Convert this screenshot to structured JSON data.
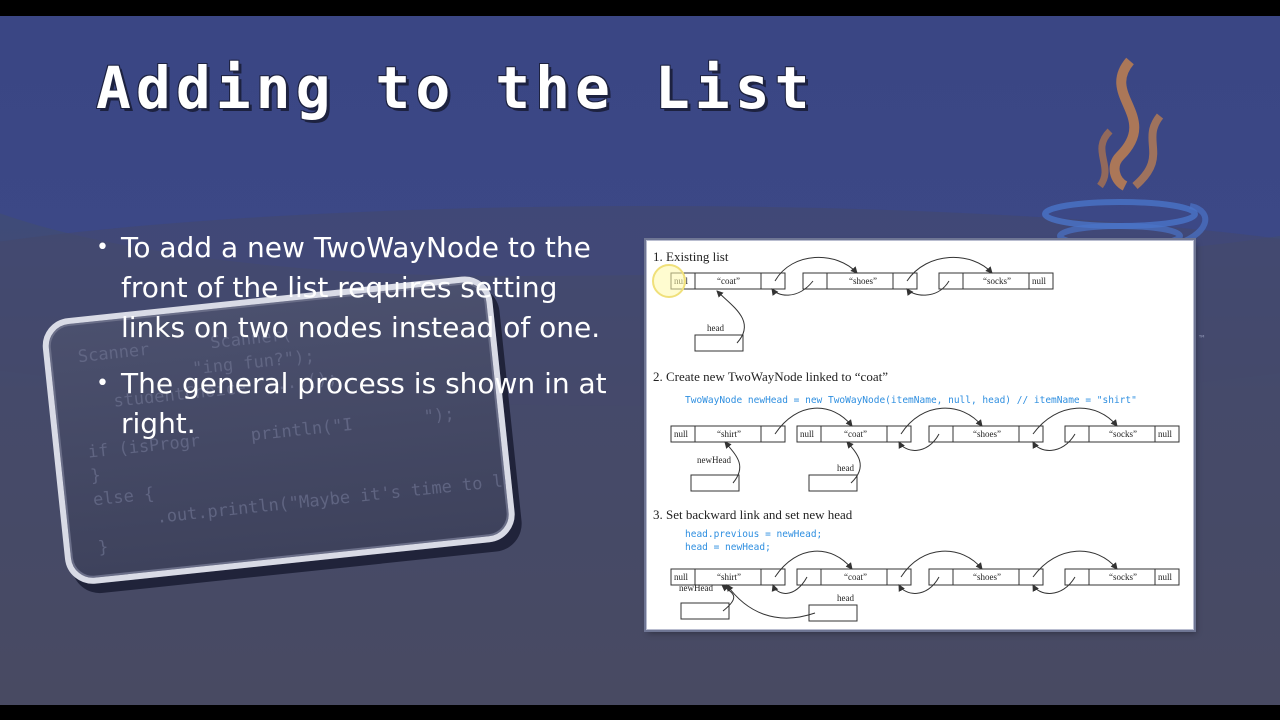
{
  "slide": {
    "title": "Adding to the List",
    "bullets": [
      "To add a new TwoWayNode to the front of the list requires setting links on two nodes instead of one.",
      "The general process is shown in at right."
    ],
    "background_code": [
      "Scanner      Scanner(         ",
      "           \"ing fun?\");",
      "   studentChoice   ...();",
      "",
      "if (isProgr     println(\"I       \");",
      "}",
      "else {",
      "      .out.println(\"Maybe it's time to learn\");",
      "}"
    ]
  },
  "figure": {
    "steps": [
      {
        "label": "1.  Existing list",
        "code": []
      },
      {
        "label": "2.  Create new TwoWayNode linked to “coat”",
        "code": [
          "TwoWayNode newHead = new TwoWayNode(itemName, null, head) // itemName = \"shirt\""
        ]
      },
      {
        "label": "3.  Set backward link and set new head",
        "code": [
          "head.previous = newHead;",
          "head = newHead;"
        ]
      }
    ],
    "values": {
      "null": "null",
      "coat": "“coat”",
      "shoes": "“shoes”",
      "socks": "“socks”",
      "shirt": "“shirt”",
      "head": "head",
      "newHead": "newHead"
    }
  },
  "colors": {
    "code": "#2f8fe0",
    "title": "#ffffff",
    "cursor_highlight": "#fff6a0"
  },
  "icons": [
    "java-logo-icon"
  ]
}
